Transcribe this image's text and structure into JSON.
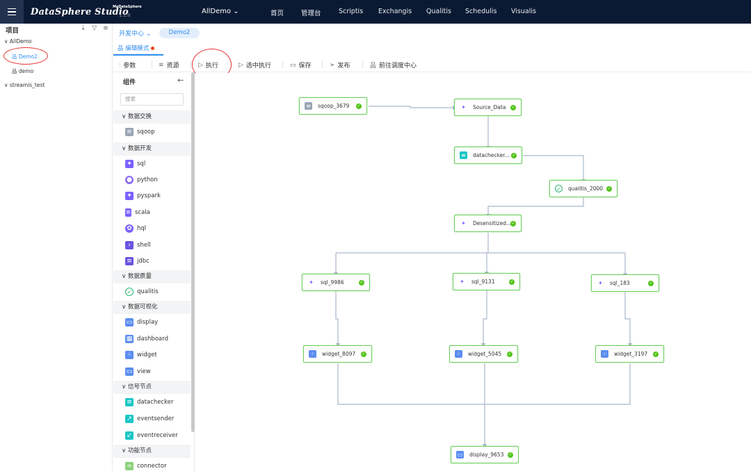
{
  "topbar": {
    "logo": "DataSphere Studio",
    "logo_sup": "MeDataSphere",
    "version": "1.1.0",
    "workspace": "AllDemo",
    "nav": [
      "首页",
      "管理台",
      "Scriptis",
      "Exchangis",
      "Qualitis",
      "Schedulis",
      "Visualis"
    ]
  },
  "left": {
    "title": "项目",
    "tools": "⇣ ▽ ≡",
    "tree": {
      "root": "AllDemo",
      "children": [
        "Demo2",
        "demo"
      ],
      "other": "streamis_test"
    }
  },
  "tabs": {
    "crumb": "开发中心",
    "flow_pill": "Demo2",
    "edit_tab": "编辑模式"
  },
  "toolbar": {
    "params": "参数",
    "resources": "资源",
    "run": "执行",
    "run_selected": "选中执行",
    "save": "保存",
    "publish": "发布",
    "goto_scheduler": "前往调度中心"
  },
  "components": {
    "title": "组件",
    "search_placeholder": "搜索",
    "categories": [
      {
        "label": "数据交换",
        "items": [
          "sqoop"
        ]
      },
      {
        "label": "数据开发",
        "items": [
          "sql",
          "python",
          "pyspark",
          "scala",
          "hql",
          "shell",
          "jdbc"
        ]
      },
      {
        "label": "数据质量",
        "items": [
          "qualitis"
        ]
      },
      {
        "label": "数据可视化",
        "items": [
          "display",
          "dashboard",
          "widget",
          "view"
        ]
      },
      {
        "label": "信号节点",
        "items": [
          "datachecker",
          "eventsender",
          "eventreceiver"
        ]
      },
      {
        "label": "功能节点",
        "items": [
          "connector"
        ]
      }
    ]
  },
  "nodes": {
    "sqoop": "sqoop_3679",
    "source": "Source_Data",
    "datachecker": "datachecker...",
    "qualitis": "qualitis_2000",
    "desensitized": "Desensitized...",
    "sql1": "sql_9986",
    "sql2": "sql_9131",
    "sql3": "sql_183",
    "widget1": "widget_8097",
    "widget2": "widget_5045",
    "widget3": "widget_3197",
    "display": "display_9653"
  },
  "colors": {
    "accent": "#2d8cf0",
    "topbar": "#0b1a33",
    "node_border": "#6ccf5e",
    "status_ok": "#52c41a",
    "highlight_circle": "#e5322e"
  }
}
